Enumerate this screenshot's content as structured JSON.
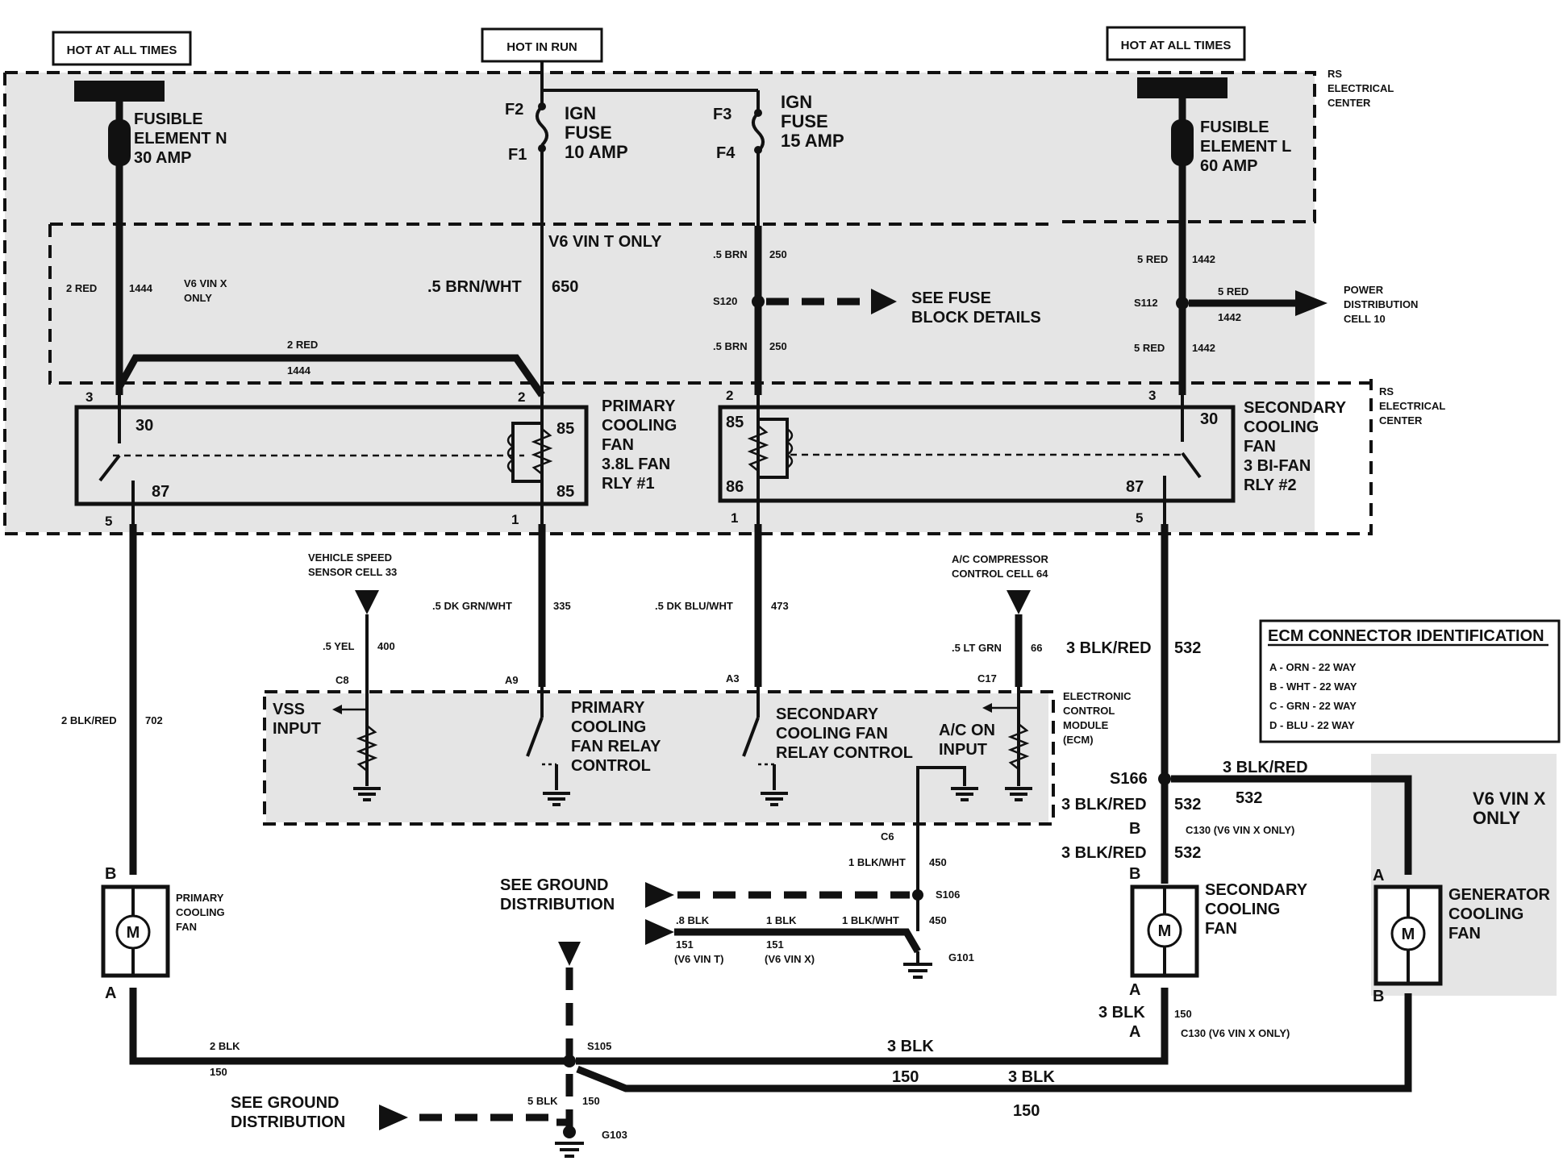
{
  "supplies": {
    "hot_left": "HOT AT ALL TIMES",
    "hot_run": "HOT IN RUN",
    "hot_right": "HOT AT ALL TIMES"
  },
  "electrical_center_top": [
    "RS",
    "ELECTRICAL",
    "CENTER"
  ],
  "electrical_center_mid": [
    "RS",
    "ELECTRICAL",
    "CENTER"
  ],
  "fusible_n": [
    "FUSIBLE",
    "ELEMENT N",
    "30 AMP"
  ],
  "fusible_l": [
    "FUSIBLE",
    "ELEMENT L",
    "60 AMP"
  ],
  "ign_fuse_10": [
    "IGN",
    "FUSE",
    "10 AMP"
  ],
  "ign_fuse_15": [
    "IGN",
    "FUSE",
    "15 AMP"
  ],
  "fuse_terminals": {
    "f1": "F1",
    "f2": "F2",
    "f3": "F3",
    "f4": "F4"
  },
  "v6_vin_t_only": "V6 VIN T ONLY",
  "v6_vin_x_only_small": [
    "V6 VIN X",
    "ONLY"
  ],
  "v6_vin_x_only_large": [
    "V6 VIN X",
    "ONLY"
  ],
  "wires": {
    "red_1444_a": [
      "2 RED",
      "1444"
    ],
    "red_1444_b": [
      "2 RED",
      "1444"
    ],
    "brn_wht_650": [
      ".5 BRN/WHT",
      "650"
    ],
    "brn_250_a": [
      ".5 BRN",
      "250"
    ],
    "brn_250_b": [
      ".5 BRN",
      "250"
    ],
    "red_1442_a": [
      "5 RED",
      "1442"
    ],
    "red_1442_b": [
      "5 RED",
      "1442"
    ],
    "red_1442_c": [
      "5 RED",
      "1442"
    ],
    "dk_grn_wht_335": [
      ".5 DK GRN/WHT",
      "335"
    ],
    "dk_blu_wht_473": [
      ".5 DK BLU/WHT",
      "473"
    ],
    "yel_400": [
      ".5 YEL",
      "400"
    ],
    "lt_grn_66": [
      ".5 LT GRN",
      "66"
    ],
    "blk_red_702": [
      "2 BLK/RED",
      "702"
    ],
    "blk_red_532_a": [
      "3 BLK/RED",
      "532"
    ],
    "blk_red_532_b": [
      "3 BLK/RED",
      "532"
    ],
    "blk_red_532_c": [
      "3 BLK/RED",
      "532"
    ],
    "blk_red_532_d": [
      "3 BLK/RED",
      "532"
    ],
    "blk_wht_450_a": [
      "1 BLK/WHT",
      "450"
    ],
    "blk_wht_450_b": [
      "1 BLK/WHT",
      "450"
    ],
    "blk_151_t": [
      ".8 BLK",
      "151",
      "(V6 VIN T)"
    ],
    "blk_151_x": [
      "1 BLK",
      "151",
      "(V6 VIN X)"
    ],
    "blk_150_a": [
      "2 BLK",
      "150"
    ],
    "blk_150_b": [
      "3 BLK",
      "150"
    ],
    "blk_150_c": [
      "3 BLK",
      "150"
    ],
    "blk_150_d": [
      "150",
      "3 BLK",
      "150"
    ],
    "blk_150_e": [
      "5 BLK",
      "150"
    ]
  },
  "splices": {
    "s120": "S120",
    "s112": "S112",
    "s166": "S166",
    "s106": "S106",
    "s105": "S105"
  },
  "grounds": {
    "g101": "G101",
    "g103": "G103"
  },
  "see_fuse_block": [
    "SEE FUSE",
    "BLOCK DETAILS"
  ],
  "power_distribution": [
    "POWER",
    "DISTRIBUTION",
    "CELL 10"
  ],
  "see_ground_1": [
    "SEE GROUND",
    "DISTRIBUTION"
  ],
  "see_ground_2": [
    "SEE GROUND",
    "DISTRIBUTION"
  ],
  "relay1": {
    "name": [
      "PRIMARY",
      "COOLING",
      "FAN",
      "3.8L FAN",
      "RLY #1"
    ],
    "pins": {
      "p3": "3",
      "p2": "2",
      "p5": "5",
      "p1": "1",
      "t30": "30",
      "t87": "87",
      "t85a": "85",
      "t85b": "85"
    }
  },
  "relay2": {
    "name": [
      "SECONDARY",
      "COOLING",
      "FAN",
      "3 BI-FAN",
      "RLY #2"
    ],
    "pins": {
      "p2": "2",
      "p3": "3",
      "p1": "1",
      "p5": "5",
      "t85": "85",
      "t86": "86",
      "t30": "30",
      "t87": "87"
    }
  },
  "vss_cell": [
    "VEHICLE SPEED",
    "SENSOR CELL 33"
  ],
  "ac_cell": [
    "A/C COMPRESSOR",
    "CONTROL CELL 64"
  ],
  "ecm": {
    "title": [
      "ELECTRONIC",
      "CONTROL",
      "MODULE",
      "(ECM)"
    ],
    "vss_input": [
      "VSS",
      "INPUT"
    ],
    "primary_ctrl": [
      "PRIMARY",
      "COOLING",
      "FAN RELAY",
      "CONTROL"
    ],
    "secondary_ctrl": [
      "SECONDARY",
      "COOLING FAN",
      "RELAY CONTROL"
    ],
    "ac_on_input": [
      "A/C ON",
      "INPUT"
    ],
    "pins": {
      "c8": "C8",
      "a9": "A9",
      "a3": "A3",
      "c17": "C17",
      "c6": "C6"
    }
  },
  "ecm_connector_id": {
    "title": "ECM CONNECTOR IDENTIFICATION",
    "rows": [
      "A - ORN - 22 WAY",
      "B - WHT - 22 WAY",
      "C - GRN - 22 WAY",
      "D - BLU - 22 WAY"
    ]
  },
  "c130_a": "C130 (V6 VIN X ONLY)",
  "c130_b": "C130 (V6 VIN X ONLY)",
  "fans": {
    "primary": {
      "label": [
        "PRIMARY",
        "COOLING",
        "FAN"
      ],
      "top": "B",
      "bottom": "A"
    },
    "secondary": {
      "label": [
        "SECONDARY",
        "COOLING",
        "FAN"
      ],
      "top": "B",
      "bottom": "A"
    },
    "generator": {
      "label": [
        "GENERATOR",
        "COOLING",
        "FAN"
      ],
      "top": "A",
      "bottom": "B"
    }
  },
  "motor_symbol": "M",
  "c130_pins": {
    "b": "B",
    "a": "A"
  }
}
